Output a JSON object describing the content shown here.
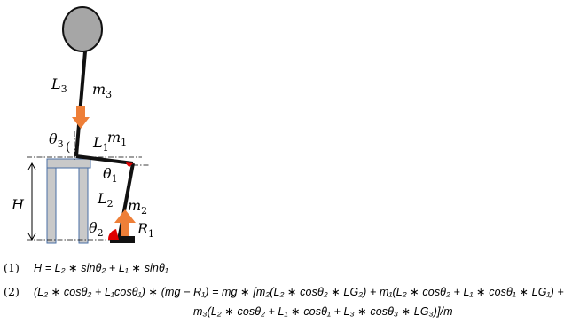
{
  "labels": {
    "L3": "L3",
    "m3": "m3",
    "theta3": "θ3",
    "paren": "(",
    "L1": "L1",
    "m1": "m1",
    "theta1": "θ1",
    "H": "H",
    "L2": "L2",
    "m2": "m2",
    "theta2": "θ2",
    "R1": "R1"
  },
  "equations": {
    "eq1_number": "(1)",
    "eq1": "H = L₂ ∗ sinθ₂ + L₁ ∗ sinθ₁",
    "eq2_number": "(2)",
    "eq2_line1": "(L₂ ∗ cosθ₂ + L₁cosθ₁) ∗ (mg − R₁) = mg ∗ [m₂(L₂ ∗ cosθ₂ ∗ LG₂) +  m₁(L₂ ∗ cosθ₂ + L₁ ∗  cosθ₁ ∗ LG₁) +",
    "eq2_line2": "m₃(L₂ ∗ cosθ₂ + L₁ ∗ cosθ₁ + L₃ ∗ cosθ₃ ∗ LG₃)]/m"
  },
  "colors": {
    "link": "#111111",
    "head_fill": "#a6a6a6",
    "chair_fill": "#c9c9c9",
    "chair_stroke": "#4a6fa5",
    "arrow": "#ee7f38",
    "joint": "#e00000",
    "foot": "#111111"
  }
}
